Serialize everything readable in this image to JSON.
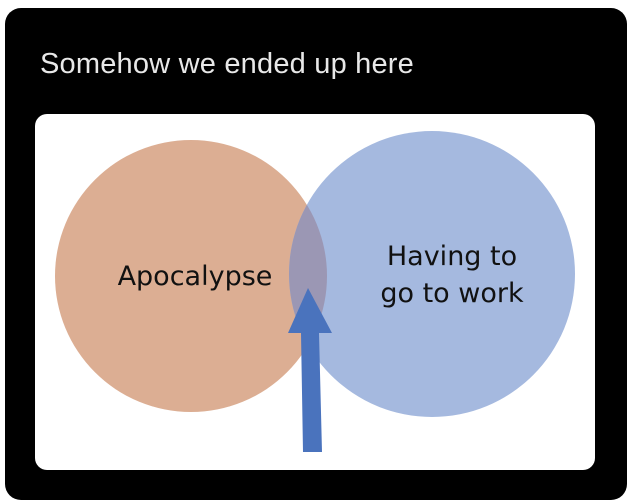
{
  "post": {
    "title": "Somehow we ended up here"
  },
  "diagram": {
    "left_circle": {
      "label": "Apocalypse",
      "color": "#dcae93"
    },
    "right_circle": {
      "label_line1": "Having to",
      "label_line2": "go to work",
      "color": "#a5b9df"
    },
    "overlap_color": "#9b97b4",
    "arrow_color": "#4a73bd"
  }
}
